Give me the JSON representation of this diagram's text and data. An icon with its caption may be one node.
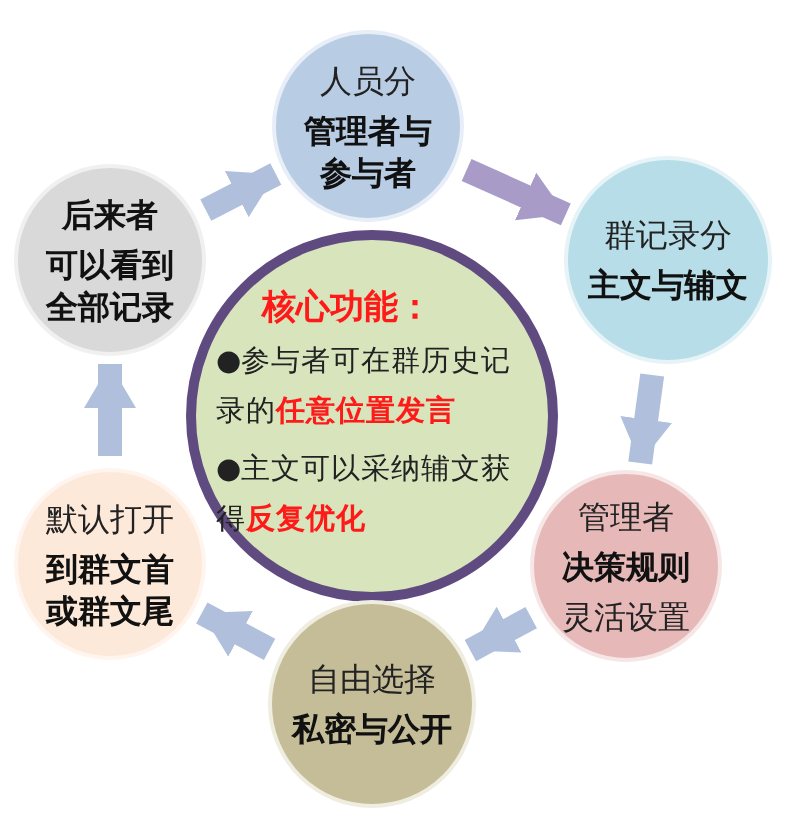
{
  "diagram": {
    "nodes": [
      {
        "text": [
          "核心功能：",
          "●参与者可在群历史记录的**任意位置发言**",
          "●主文可以采纳辅文获得**反复优化**"
        ]
      },
      {
        "text": [
          "人员分",
          "管理者与参与者"
        ]
      },
      {
        "text": [
          "群记录分",
          "主文与辅文"
        ]
      },
      {
        "text": [
          "管理者",
          "决策规则",
          "灵活设置"
        ]
      },
      {
        "text": [
          "自由选择",
          "私密与公开"
        ]
      },
      {
        "text": [
          "默认打开",
          "到群文首或群文尾"
        ]
      },
      {
        "text": [
          "后来者",
          "可以看到全部记录"
        ]
      }
    ],
    "edges": [
      {
        "from": 1,
        "to": 2,
        "arrow": "to",
        "color": "#a99bc8"
      },
      {
        "from": 2,
        "to": 3,
        "arrow": "to"
      },
      {
        "from": 3,
        "to": 4,
        "arrow": "to"
      },
      {
        "from": 4,
        "to": 5,
        "arrow": "to"
      },
      {
        "from": 5,
        "to": 6,
        "arrow": "to"
      },
      {
        "from": 6,
        "to": 1,
        "arrow": "to"
      }
    ]
  }
}
